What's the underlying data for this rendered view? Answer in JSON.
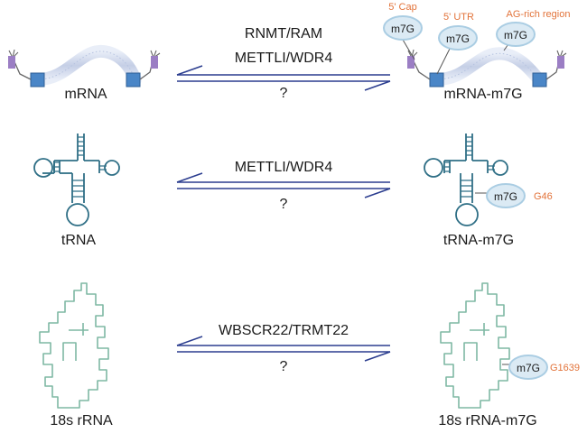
{
  "rows": [
    {
      "left_label": "mRNA",
      "right_label": "mRNA-m7G",
      "enzymes": [
        "RNMT/RAM",
        "METTLI/WDR4"
      ],
      "reverse": "?",
      "tags": [
        {
          "badge": "m7G",
          "annotation": "5' Cap"
        },
        {
          "badge": "m7G",
          "annotation": "5' UTR"
        },
        {
          "badge": "m7G",
          "annotation": "AG-rich region"
        }
      ]
    },
    {
      "left_label": "tRNA",
      "right_label": "tRNA-m7G",
      "enzymes": [
        "METTLI/WDR4"
      ],
      "reverse": "?",
      "tags": [
        {
          "badge": "m7G",
          "annotation": "G46"
        }
      ]
    },
    {
      "left_label": "18s rRNA",
      "right_label": "18s rRNA-m7G",
      "enzymes": [
        "WBSCR22/TRMT22"
      ],
      "reverse": "?",
      "tags": [
        {
          "badge": "m7G",
          "annotation": "G1639"
        }
      ]
    }
  ],
  "colors": {
    "rna_strand": "#2f6f86",
    "rrna_strand": "#7fb8a4",
    "cap_blue": "#4a86c7",
    "cap_purple": "#9b7ec4",
    "badge_fill": "#dbeaf4",
    "badge_stroke": "#aacde3",
    "arrow": "#2b3d8f",
    "annotation": "#e2733a"
  }
}
